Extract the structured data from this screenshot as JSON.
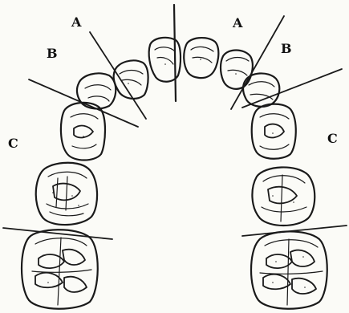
{
  "labels": {
    "a_left": "A",
    "a_right": "A",
    "b_left": "B",
    "b_right": "B",
    "c_left": "C",
    "c_right": "C"
  }
}
